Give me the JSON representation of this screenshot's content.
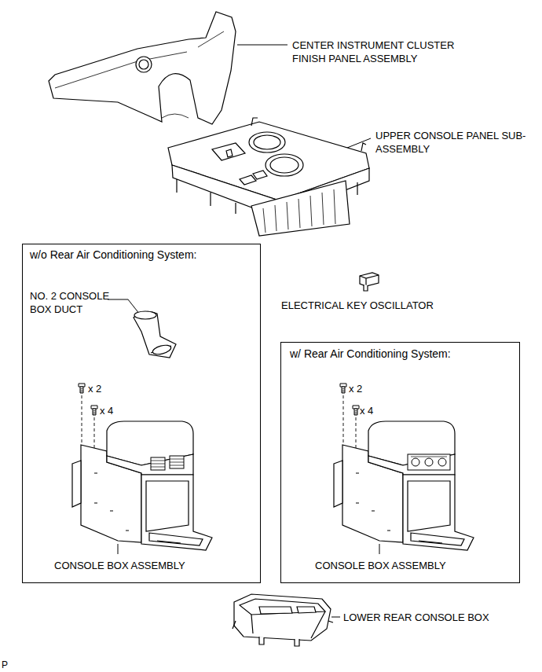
{
  "diagram": {
    "nodes": [
      {
        "text": [
          "w/o Rear Air Conditioning System:",
          "NO. 2 CONSOLE BOX DUCT",
          "x 2",
          "x 4",
          "CONSOLE BOX ASSEMBLY"
        ]
      },
      {
        "text": [
          "w/ Rear Air Conditioning System:",
          "x 2",
          "x 4",
          "CONSOLE BOX ASSEMBLY"
        ]
      }
    ],
    "labels": [
      "CENTER INSTRUMENT CLUSTER FINISH PANEL ASSEMBLY",
      "UPPER CONSOLE PANEL SUB-ASSEMBLY",
      "ELECTRICAL KEY OSCILLATOR",
      "LOWER REAR CONSOLE BOX",
      "P"
    ]
  }
}
